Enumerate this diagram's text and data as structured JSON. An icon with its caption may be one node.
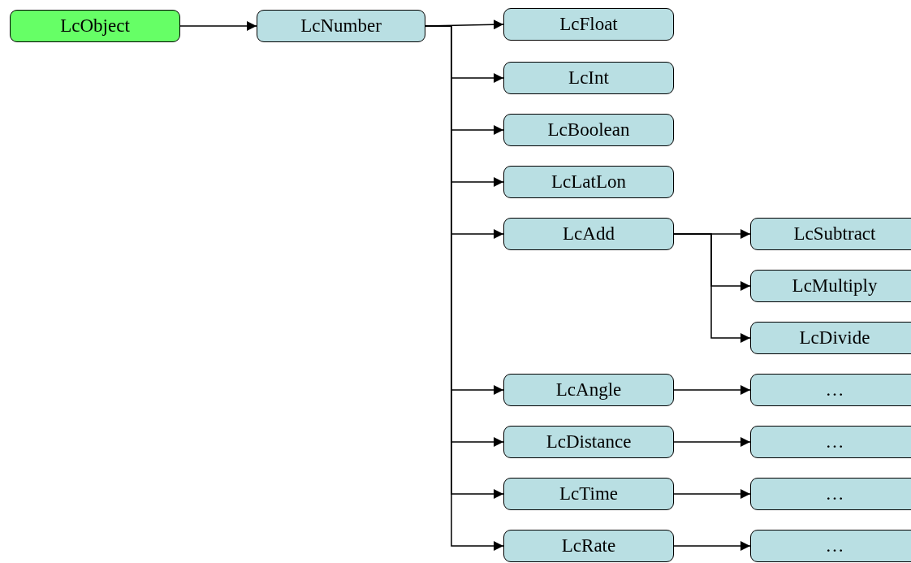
{
  "diagram": {
    "nodes": [
      {
        "text": [
          "LcObject"
        ]
      },
      {
        "text": [
          "LcNumber"
        ]
      },
      {
        "text": [
          "LcFloat"
        ]
      },
      {
        "text": [
          "LcInt"
        ]
      },
      {
        "text": [
          "LcBoolean"
        ]
      },
      {
        "text": [
          "LcLatLon"
        ]
      },
      {
        "text": [
          "LcAdd"
        ]
      },
      {
        "text": [
          "LcSubtract"
        ]
      },
      {
        "text": [
          "LcMultiply"
        ]
      },
      {
        "text": [
          "LcDivide"
        ]
      },
      {
        "text": [
          "LcAngle"
        ]
      },
      {
        "text": [
          "…"
        ]
      },
      {
        "text": [
          "LcDistance"
        ]
      },
      {
        "text": [
          "…"
        ]
      },
      {
        "text": [
          "LcTime"
        ]
      },
      {
        "text": [
          "…"
        ]
      },
      {
        "text": [
          "LcRate"
        ]
      },
      {
        "text": [
          "…"
        ]
      }
    ],
    "edges": [
      {
        "from": 0,
        "to": 1,
        "arrow": "to"
      },
      {
        "from": 1,
        "to": 2,
        "arrow": "to"
      },
      {
        "from": 1,
        "to": 3,
        "arrow": "to"
      },
      {
        "from": 1,
        "to": 4,
        "arrow": "to"
      },
      {
        "from": 1,
        "to": 5,
        "arrow": "to"
      },
      {
        "from": 1,
        "to": 6,
        "arrow": "to"
      },
      {
        "from": 6,
        "to": 7,
        "arrow": "to"
      },
      {
        "from": 6,
        "to": 8,
        "arrow": "to"
      },
      {
        "from": 6,
        "to": 9,
        "arrow": "to"
      },
      {
        "from": 1,
        "to": 10,
        "arrow": "to"
      },
      {
        "from": 10,
        "to": 11,
        "arrow": "to"
      },
      {
        "from": 1,
        "to": 12,
        "arrow": "to"
      },
      {
        "from": 12,
        "to": 13,
        "arrow": "to"
      },
      {
        "from": 1,
        "to": 14,
        "arrow": "to"
      },
      {
        "from": 14,
        "to": 15,
        "arrow": "to"
      },
      {
        "from": 1,
        "to": 16,
        "arrow": "to"
      },
      {
        "from": 16,
        "to": 17,
        "arrow": "to"
      }
    ]
  }
}
